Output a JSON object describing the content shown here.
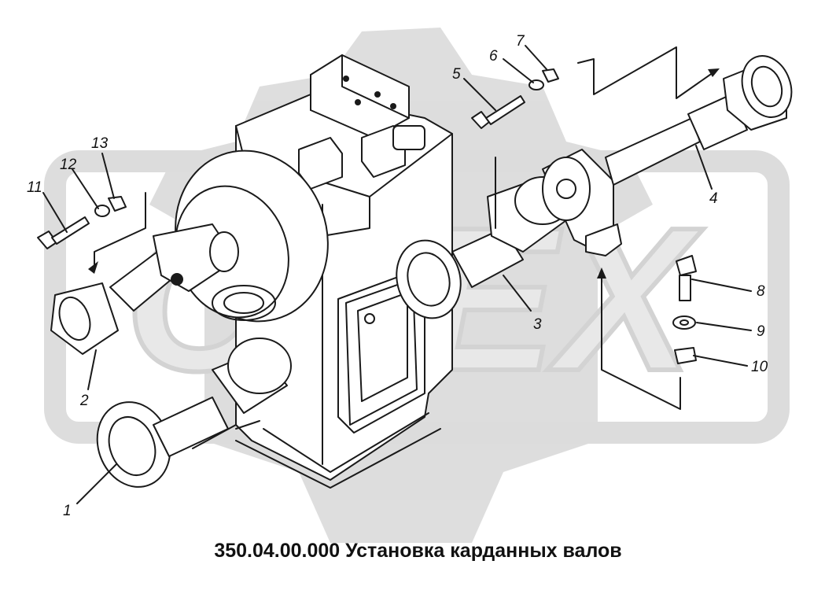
{
  "caption": "350.04.00.000 Установка карданных валов",
  "callouts": [
    {
      "label": "1"
    },
    {
      "label": "2"
    },
    {
      "label": "3"
    },
    {
      "label": "4"
    },
    {
      "label": "5"
    },
    {
      "label": "6"
    },
    {
      "label": "7"
    },
    {
      "label": "8"
    },
    {
      "label": "9"
    },
    {
      "label": "10"
    },
    {
      "label": "11"
    },
    {
      "label": "12"
    },
    {
      "label": "13"
    }
  ],
  "colors": {
    "ink": "#1a1a1a",
    "watermark": "#d9d9d9",
    "background": "#ffffff"
  }
}
